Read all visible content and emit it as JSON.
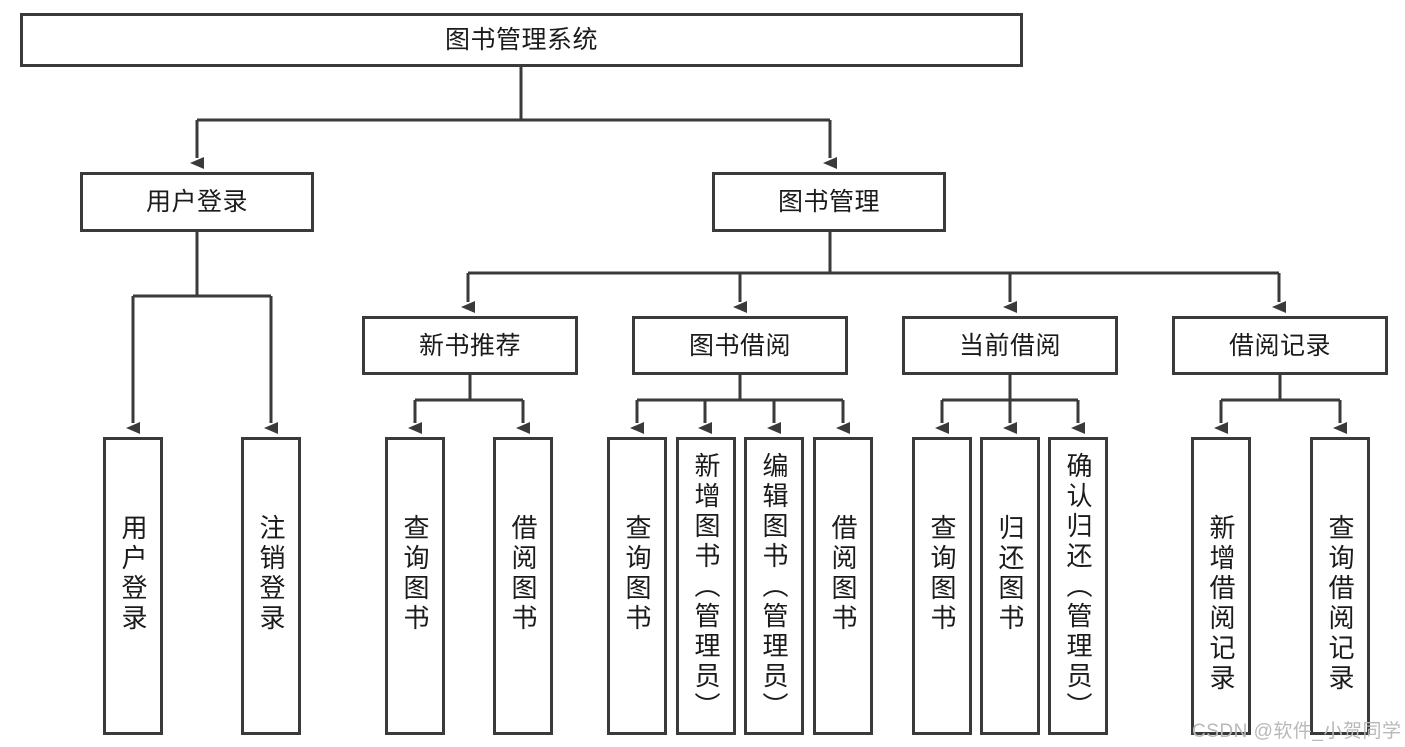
{
  "diagram": {
    "title": "图书管理系统",
    "root": {
      "label": "图书管理系统"
    },
    "level2": [
      {
        "label": "用户登录"
      },
      {
        "label": "图书管理"
      }
    ],
    "level3": [
      {
        "label": "新书推荐"
      },
      {
        "label": "图书借阅"
      },
      {
        "label": "当前借阅"
      },
      {
        "label": "借阅记录"
      }
    ],
    "leaves": {
      "user_login": [
        {
          "label": "用户登录"
        },
        {
          "label": "注销登录"
        }
      ],
      "new_book_recommend": [
        {
          "label": "查询图书"
        },
        {
          "label": "借阅图书"
        }
      ],
      "book_borrow": [
        {
          "label": "查询图书"
        },
        {
          "label": "新增图书（管理员）"
        },
        {
          "label": "编辑图书（管理员）"
        },
        {
          "label": "借阅图书"
        }
      ],
      "current_borrow": [
        {
          "label": "查询图书"
        },
        {
          "label": "归还图书"
        },
        {
          "label": "确认归还（管理员）"
        }
      ],
      "borrow_record": [
        {
          "label": "新增借阅记录"
        },
        {
          "label": "查询借阅记录"
        }
      ]
    }
  },
  "watermark": {
    "text": "CSDN @软件_小贺同学"
  },
  "colors": {
    "border": "#3a3a3a",
    "text": "#1b1b1b",
    "background": "#ffffff",
    "watermark": "#b9b9b9"
  }
}
